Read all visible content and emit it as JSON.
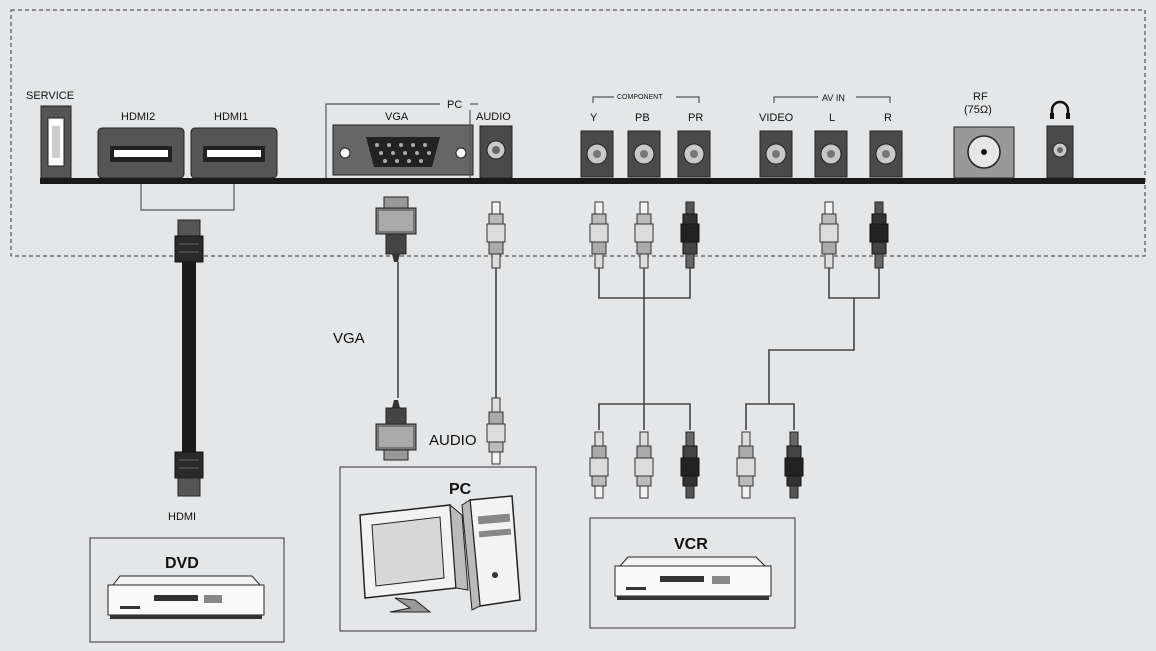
{
  "panel": {
    "service": "SERVICE",
    "hdmi2": "HDMI2",
    "hdmi1": "HDMI1",
    "vga": "VGA",
    "pc": "PC",
    "audio": "AUDIO",
    "component": "COMPONENT",
    "y": "Y",
    "pb": "PB",
    "pr": "PR",
    "video": "VIDEO",
    "av_in": "AV IN",
    "l": "L",
    "r": "R",
    "rf": "RF",
    "rf_ohm": "(75Ω)",
    "headphone_icon": "headphone-icon"
  },
  "cables": {
    "vga": "VGA",
    "audio": "AUDIO",
    "hdmi": "HDMI"
  },
  "devices": {
    "dvd": "DVD",
    "pc": "PC",
    "vcr": "VCR"
  }
}
